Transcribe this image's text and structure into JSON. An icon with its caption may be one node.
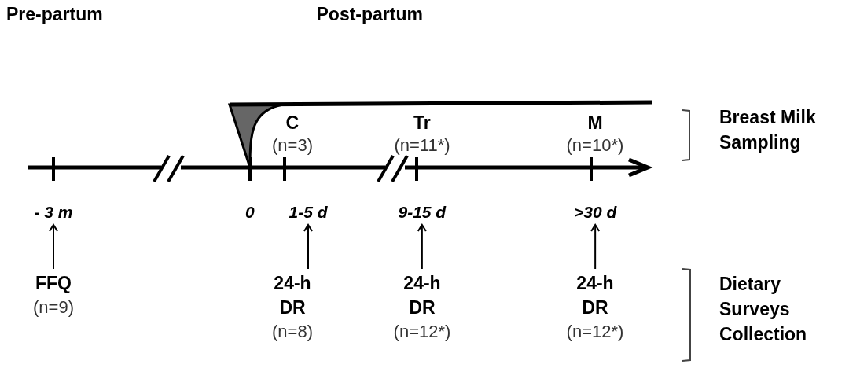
{
  "diagram": {
    "nodes": [
      {
        "text": [
          "- 3 m"
        ]
      },
      {
        "text": [
          "1-5 d"
        ]
      },
      {
        "text": [
          "9-15 d"
        ]
      },
      {
        "text": [
          ">30 d"
        ]
      },
      {
        "text": [
          "FFQ",
          "(n=9)"
        ]
      },
      {
        "text": [
          "24-h DR",
          "(n=8)"
        ]
      },
      {
        "text": [
          "24-h DR",
          "(n=12*)"
        ]
      },
      {
        "text": [
          "24-h DR",
          "(n=12*)"
        ]
      }
    ],
    "edges": [
      {
        "from": 4,
        "to": 0,
        "arrow": "to"
      },
      {
        "from": 5,
        "to": 1,
        "arrow": "to"
      },
      {
        "from": 6,
        "to": 2,
        "arrow": "to"
      },
      {
        "from": 7,
        "to": 3,
        "arrow": "to"
      }
    ],
    "labels": [
      "Pre-partum",
      "Post-partum",
      "C",
      "Tr",
      "M",
      "Breast Milk Sampling",
      "(n=3)",
      "(n=11*)",
      "(n=10*)",
      "0",
      "Dietary Surveys Collection"
    ]
  }
}
